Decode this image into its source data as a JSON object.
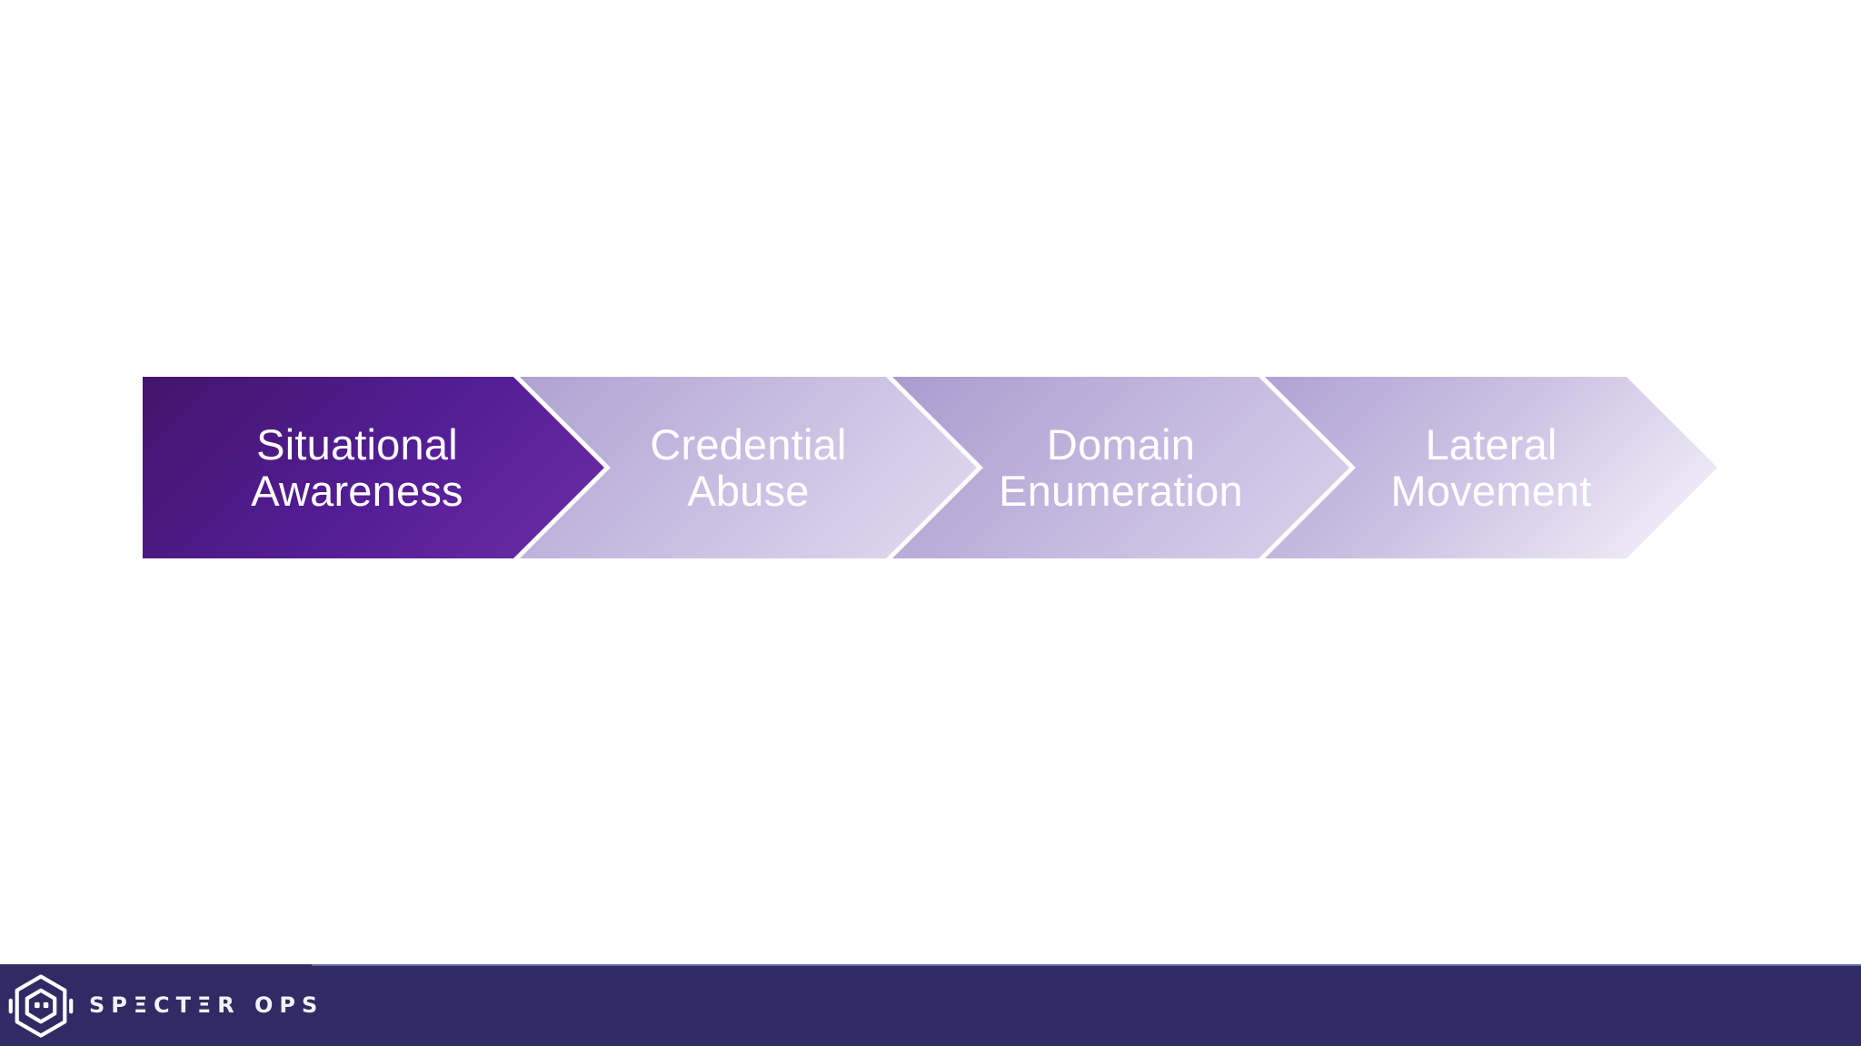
{
  "slide": {
    "background_color": "#ffffff",
    "process": {
      "text_color": "#ffffff",
      "separator_color": "#ffffff",
      "steps": [
        {
          "label_line1": "Situational",
          "label_line2": "Awareness",
          "gradient": "linear-gradient(135deg, #44146c 0%, #541e96 55%, #6d2ca8 100%)"
        },
        {
          "label_line1": "Credential",
          "label_line2": "Abuse",
          "gradient": "linear-gradient(135deg, #b0a2d2 0%, #c9bfe2 50%, #e2dcf0 100%)"
        },
        {
          "label_line1": "Domain",
          "label_line2": "Enumeration",
          "gradient": "linear-gradient(135deg, #aa9bce 0%, #c3b8de 50%, #dad3ec 100%)"
        },
        {
          "label_line1": "Lateral",
          "label_line2": "Movement",
          "gradient": "linear-gradient(135deg, #b0a2d4 0%, #cbc2e3 45%, #f7f5fb 100%)"
        }
      ]
    },
    "footer": {
      "background_color": "#302b64",
      "brand_text": "SPΞCTΞR OPS"
    }
  }
}
